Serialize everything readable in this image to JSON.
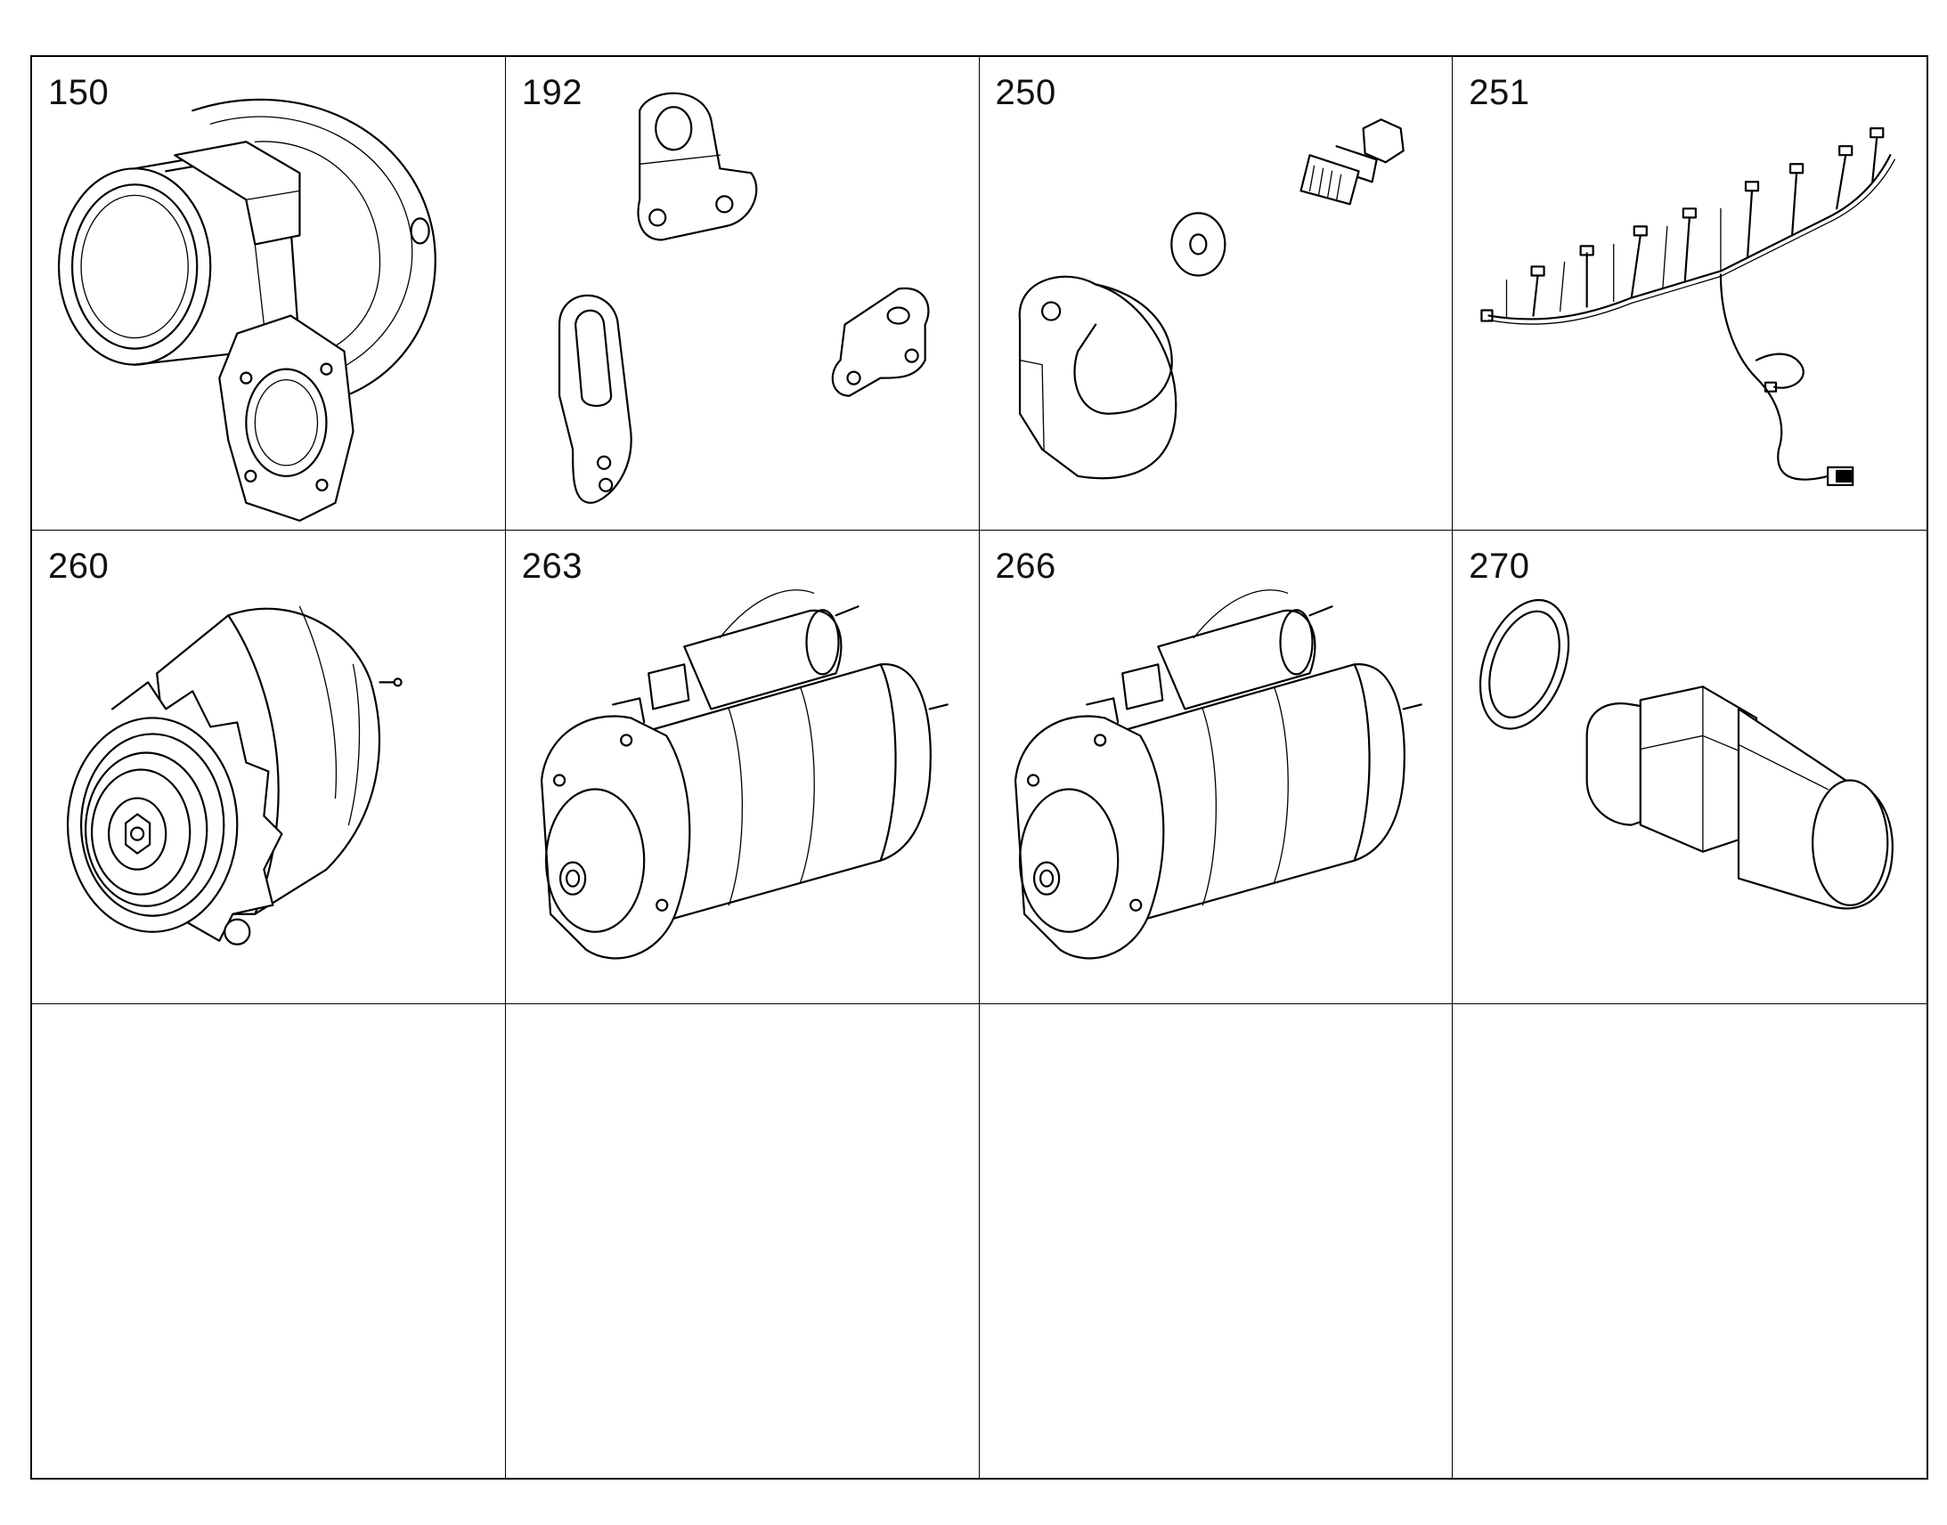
{
  "parts": [
    {
      "number": "150",
      "icon": "turbocharger-icon"
    },
    {
      "number": "192",
      "icon": "lifting-brackets-icon"
    },
    {
      "number": "250",
      "icon": "bracket-bolt-washer-icon"
    },
    {
      "number": "251",
      "icon": "wiring-harness-icon"
    },
    {
      "number": "260",
      "icon": "alternator-icon"
    },
    {
      "number": "263",
      "icon": "starter-motor-icon"
    },
    {
      "number": "266",
      "icon": "starter-motor-icon"
    },
    {
      "number": "270",
      "icon": "sensor-with-seal-ring-icon"
    },
    {
      "number": "",
      "icon": ""
    },
    {
      "number": "",
      "icon": ""
    },
    {
      "number": "",
      "icon": ""
    },
    {
      "number": "",
      "icon": ""
    }
  ]
}
